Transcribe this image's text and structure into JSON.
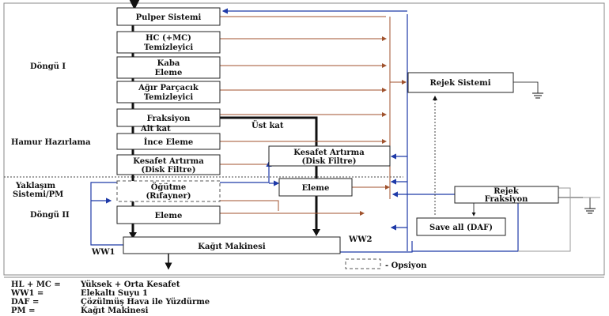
{
  "boxes": {
    "pulper": "Pulper Sistemi",
    "hc1": "HC (+MC)",
    "hc2": "Temizleyici",
    "kaba1": "Kaba",
    "kaba2": "Eleme",
    "agir1": "Ağır Parçacık",
    "agir2": "Temizleyici",
    "fraksiyon": "Fraksiyon",
    "ince": "İnce Eleme",
    "kesafet1_1": "Kesafet Artırma",
    "kesafet1_2": "(Disk Filtre)",
    "ogutme1": "Öğütme",
    "ogutme2": "(Rıfayner)",
    "eleme_low": "Eleme",
    "kagit": "Kağıt Makinesi",
    "kesafet2_1": "Kesafet Artırma",
    "kesafet2_2": "(Disk Filtre)",
    "eleme_mid": "Eleme",
    "rejek_sistemi": "Rejek Sistemi",
    "rejek_frak1": "Rejek",
    "rejek_frak2": "Fraksiyon",
    "saveall": "Save all (DAF)"
  },
  "labels": {
    "dongu1": "Döngü I",
    "hamur": "Hamur Hazırlama",
    "yaklasim1": "Yaklaşım",
    "yaklasim2": "Sistemi/PM",
    "dongu2": "Döngü II",
    "alt_kat": "Alt kat",
    "ust_kat": "Üst kat",
    "ww1": "WW1",
    "ww2": "WW2",
    "opsiyon": "- Opsiyon"
  },
  "legend": [
    {
      "term": "HL + MC =",
      "desc": "Yüksek + Orta Kesafet"
    },
    {
      "term": "WW1 =",
      "desc": "Elekaltı Suyu 1"
    },
    {
      "term": "DAF =",
      "desc": "Çözülmüş Hava ile Yüzdürme"
    },
    {
      "term": "PM =",
      "desc": "Kağıt Makinesi"
    }
  ],
  "colors": {
    "reject_line": "#a0522d",
    "water_line": "#1f3aa8",
    "main_line": "#111111"
  }
}
